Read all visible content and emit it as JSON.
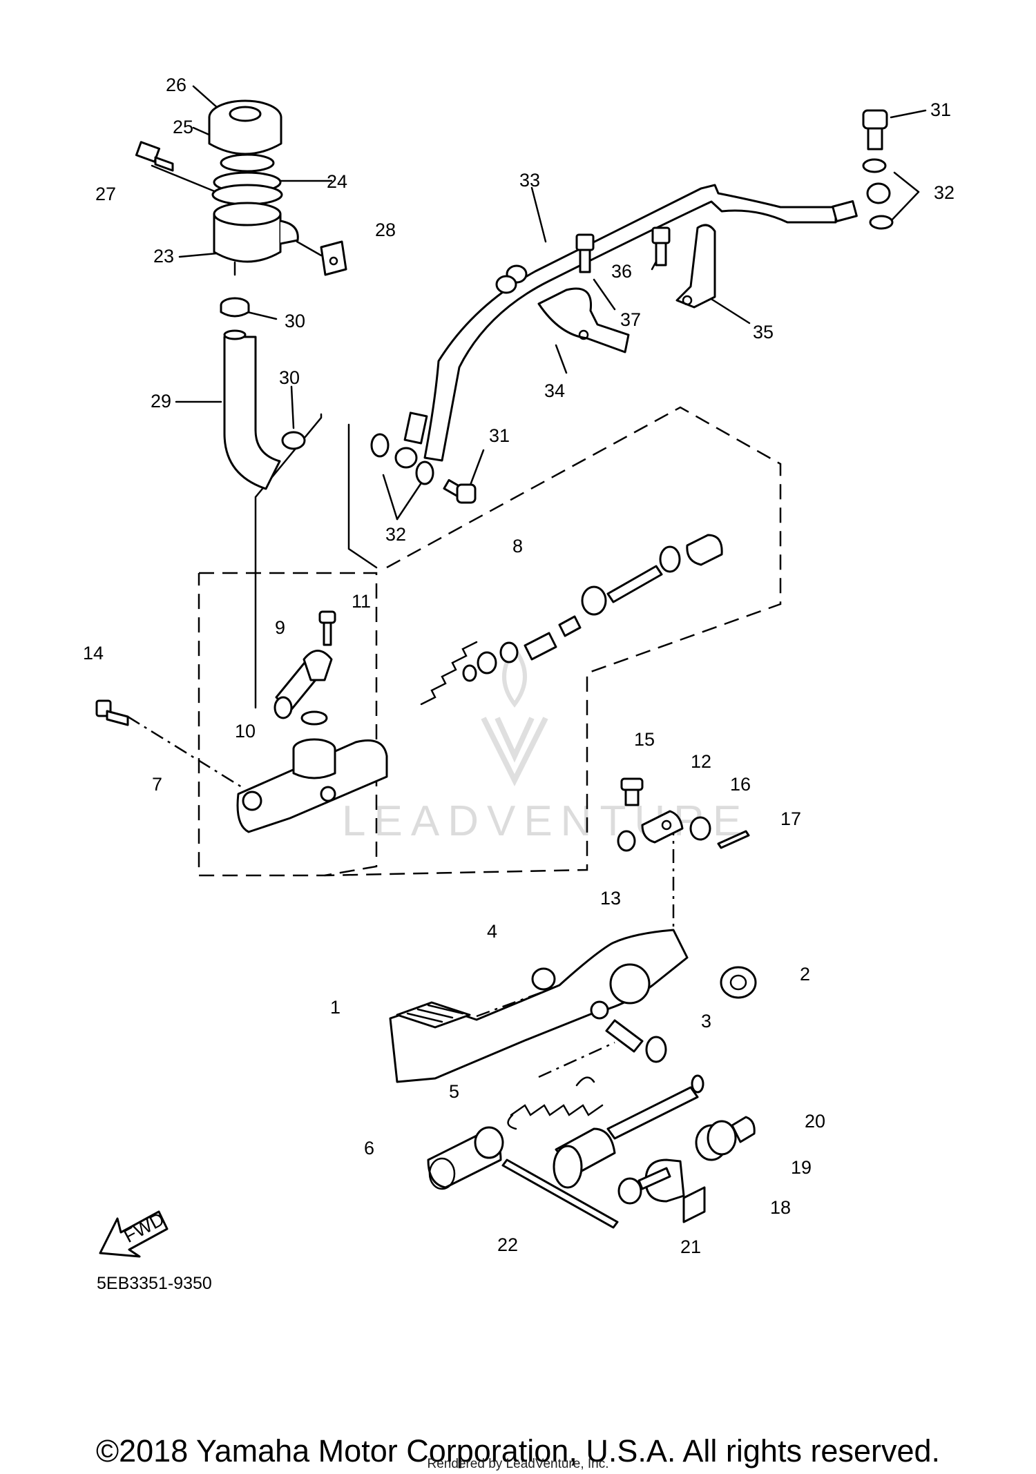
{
  "diagram": {
    "callouts": [
      {
        "id": "c1",
        "text": "1"
      },
      {
        "id": "c2",
        "text": "2"
      },
      {
        "id": "c3",
        "text": "3"
      },
      {
        "id": "c4",
        "text": "4"
      },
      {
        "id": "c5",
        "text": "5"
      },
      {
        "id": "c6",
        "text": "6"
      },
      {
        "id": "c7",
        "text": "7"
      },
      {
        "id": "c8",
        "text": "8"
      },
      {
        "id": "c9",
        "text": "9"
      },
      {
        "id": "c10",
        "text": "10"
      },
      {
        "id": "c11",
        "text": "11"
      },
      {
        "id": "c12",
        "text": "12"
      },
      {
        "id": "c13",
        "text": "13"
      },
      {
        "id": "c14",
        "text": "14"
      },
      {
        "id": "c15",
        "text": "15"
      },
      {
        "id": "c16",
        "text": "16"
      },
      {
        "id": "c17",
        "text": "17"
      },
      {
        "id": "c18",
        "text": "18"
      },
      {
        "id": "c19",
        "text": "19"
      },
      {
        "id": "c20",
        "text": "20"
      },
      {
        "id": "c21",
        "text": "21"
      },
      {
        "id": "c22",
        "text": "22"
      },
      {
        "id": "c23",
        "text": "23"
      },
      {
        "id": "c24",
        "text": "24"
      },
      {
        "id": "c25",
        "text": "25"
      },
      {
        "id": "c26",
        "text": "26"
      },
      {
        "id": "c27",
        "text": "27"
      },
      {
        "id": "c28",
        "text": "28"
      },
      {
        "id": "c29",
        "text": "29"
      },
      {
        "id": "c30a",
        "text": "30"
      },
      {
        "id": "c30b",
        "text": "30"
      },
      {
        "id": "c31a",
        "text": "31"
      },
      {
        "id": "c31b",
        "text": "31"
      },
      {
        "id": "c32a",
        "text": "32"
      },
      {
        "id": "c32b",
        "text": "32"
      },
      {
        "id": "c33",
        "text": "33"
      },
      {
        "id": "c34",
        "text": "34"
      },
      {
        "id": "c35",
        "text": "35"
      },
      {
        "id": "c36",
        "text": "36"
      },
      {
        "id": "c37",
        "text": "37"
      }
    ],
    "fwd_label": "FWD",
    "diagram_code": "5EB3351-9350",
    "watermark_text": "LEADVENTURE"
  },
  "footer": {
    "copyright": "©2018 Yamaha Motor Corporation, U.S.A. All rights reserved.",
    "rendered_by": "Rendered by LeadVenture, Inc."
  }
}
